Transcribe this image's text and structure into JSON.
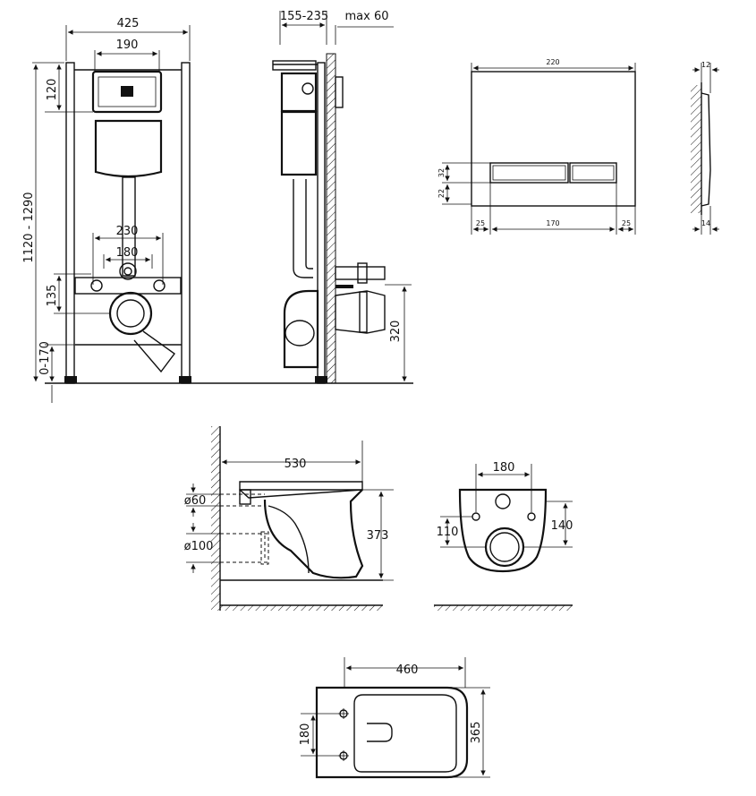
{
  "frame_front": {
    "width": "425",
    "tank_width": "190",
    "height_range": "1120 - 1290",
    "top_offset": "120",
    "bolt_spacing_outer": "230",
    "bolt_spacing_inner": "180",
    "bolt_to_outlet": "135",
    "foot_adjust": "0-170"
  },
  "frame_side": {
    "depth_range": "155-235",
    "wall_max": "max 60",
    "outlet_height": "320"
  },
  "flush_plate": {
    "width": "220",
    "button_height": "32",
    "button_offset": "22",
    "margin_left": "25",
    "buttons_width": "170",
    "margin_right": "25",
    "depth_top": "12",
    "depth_bottom": "14"
  },
  "bowl_side": {
    "length": "530",
    "inlet_diameter": "ø60",
    "outlet_diameter": "ø100",
    "height": "373"
  },
  "bowl_back": {
    "bolt_spacing": "180",
    "bolt_height": "110",
    "inlet_height": "140"
  },
  "bowl_top": {
    "width": "460",
    "bolt_spacing": "180",
    "depth": "365"
  }
}
